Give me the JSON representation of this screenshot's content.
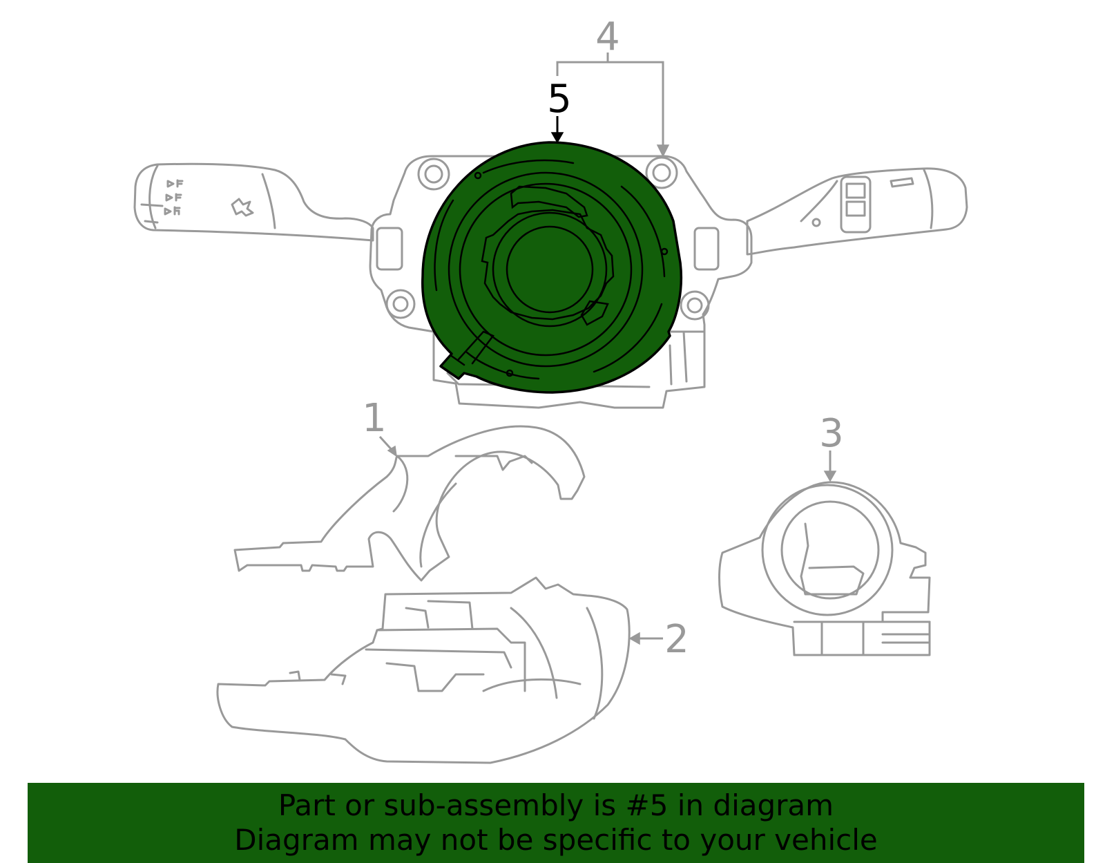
{
  "colors": {
    "highlight_fill": "#125e0a",
    "line_gray": "#999999",
    "highlight_label": "#000000",
    "banner_bg": "#125e0a"
  },
  "callouts": {
    "c1": "1",
    "c2": "2",
    "c3": "3",
    "c4": "4",
    "c5": "5"
  },
  "banner": {
    "line1": "Part or sub-assembly is #5 in diagram",
    "line2": "Diagram may not be specific to your vehicle"
  }
}
